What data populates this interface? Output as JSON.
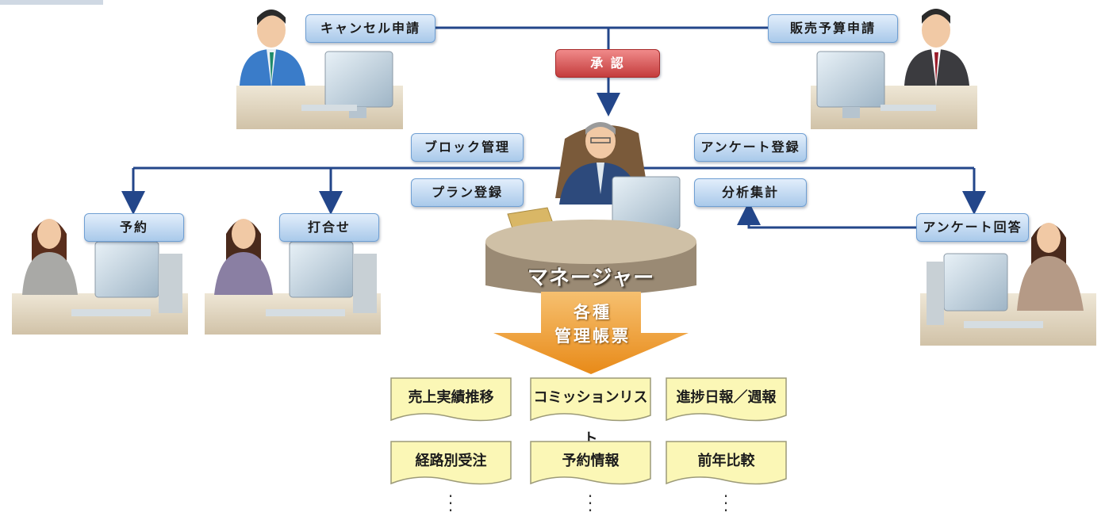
{
  "labels": {
    "cancel": "キャンセル申請",
    "budget": "販売予算申請",
    "approval": "承 認",
    "block": "ブロック管理",
    "plan": "プラン登録",
    "survey_reg": "アンケート登録",
    "analysis": "分析集計",
    "reservation": "予約",
    "meeting": "打合せ",
    "survey_answer": "アンケート回答"
  },
  "manager": "マネージャー",
  "reports_title": [
    "各種",
    "管理帳票"
  ],
  "documents": [
    [
      "売上実績推移",
      "コミッションリスト",
      "進捗日報／週報"
    ],
    [
      "経路別受注",
      "予約情報",
      "前年比較"
    ]
  ],
  "colors": {
    "line": "#23468a",
    "label": "#a9c9ea",
    "approval": "#c43c3c",
    "arrow": "#f0a030",
    "doc": "#fbf7b6"
  }
}
